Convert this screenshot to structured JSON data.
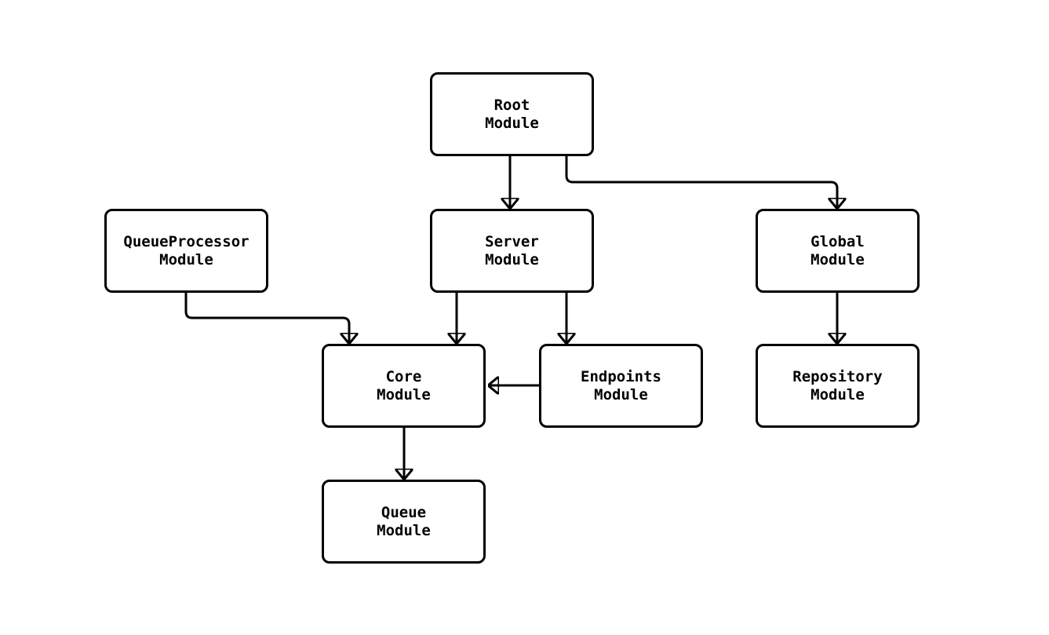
{
  "diagram": {
    "type": "flowchart",
    "background_color": "#ffffff",
    "node_fill_color": "#ffffff",
    "node_border_color": "#000000",
    "edge_color": "#000000",
    "text_color": "#000000",
    "nodes": [
      {
        "id": "root",
        "label": "Root\nModule"
      },
      {
        "id": "queueprocessor",
        "label": "QueueProcessor\nModule"
      },
      {
        "id": "server",
        "label": "Server\nModule"
      },
      {
        "id": "global",
        "label": "Global\nModule"
      },
      {
        "id": "core",
        "label": "Core\nModule"
      },
      {
        "id": "endpoints",
        "label": "Endpoints\nModule"
      },
      {
        "id": "repository",
        "label": "Repository\nModule"
      },
      {
        "id": "queue",
        "label": "Queue\nModule"
      }
    ],
    "edges": [
      {
        "from": "root",
        "to": "server"
      },
      {
        "from": "root",
        "to": "global"
      },
      {
        "from": "queueprocessor",
        "to": "core"
      },
      {
        "from": "server",
        "to": "core"
      },
      {
        "from": "server",
        "to": "endpoints"
      },
      {
        "from": "endpoints",
        "to": "core"
      },
      {
        "from": "global",
        "to": "repository"
      },
      {
        "from": "core",
        "to": "queue"
      }
    ]
  }
}
